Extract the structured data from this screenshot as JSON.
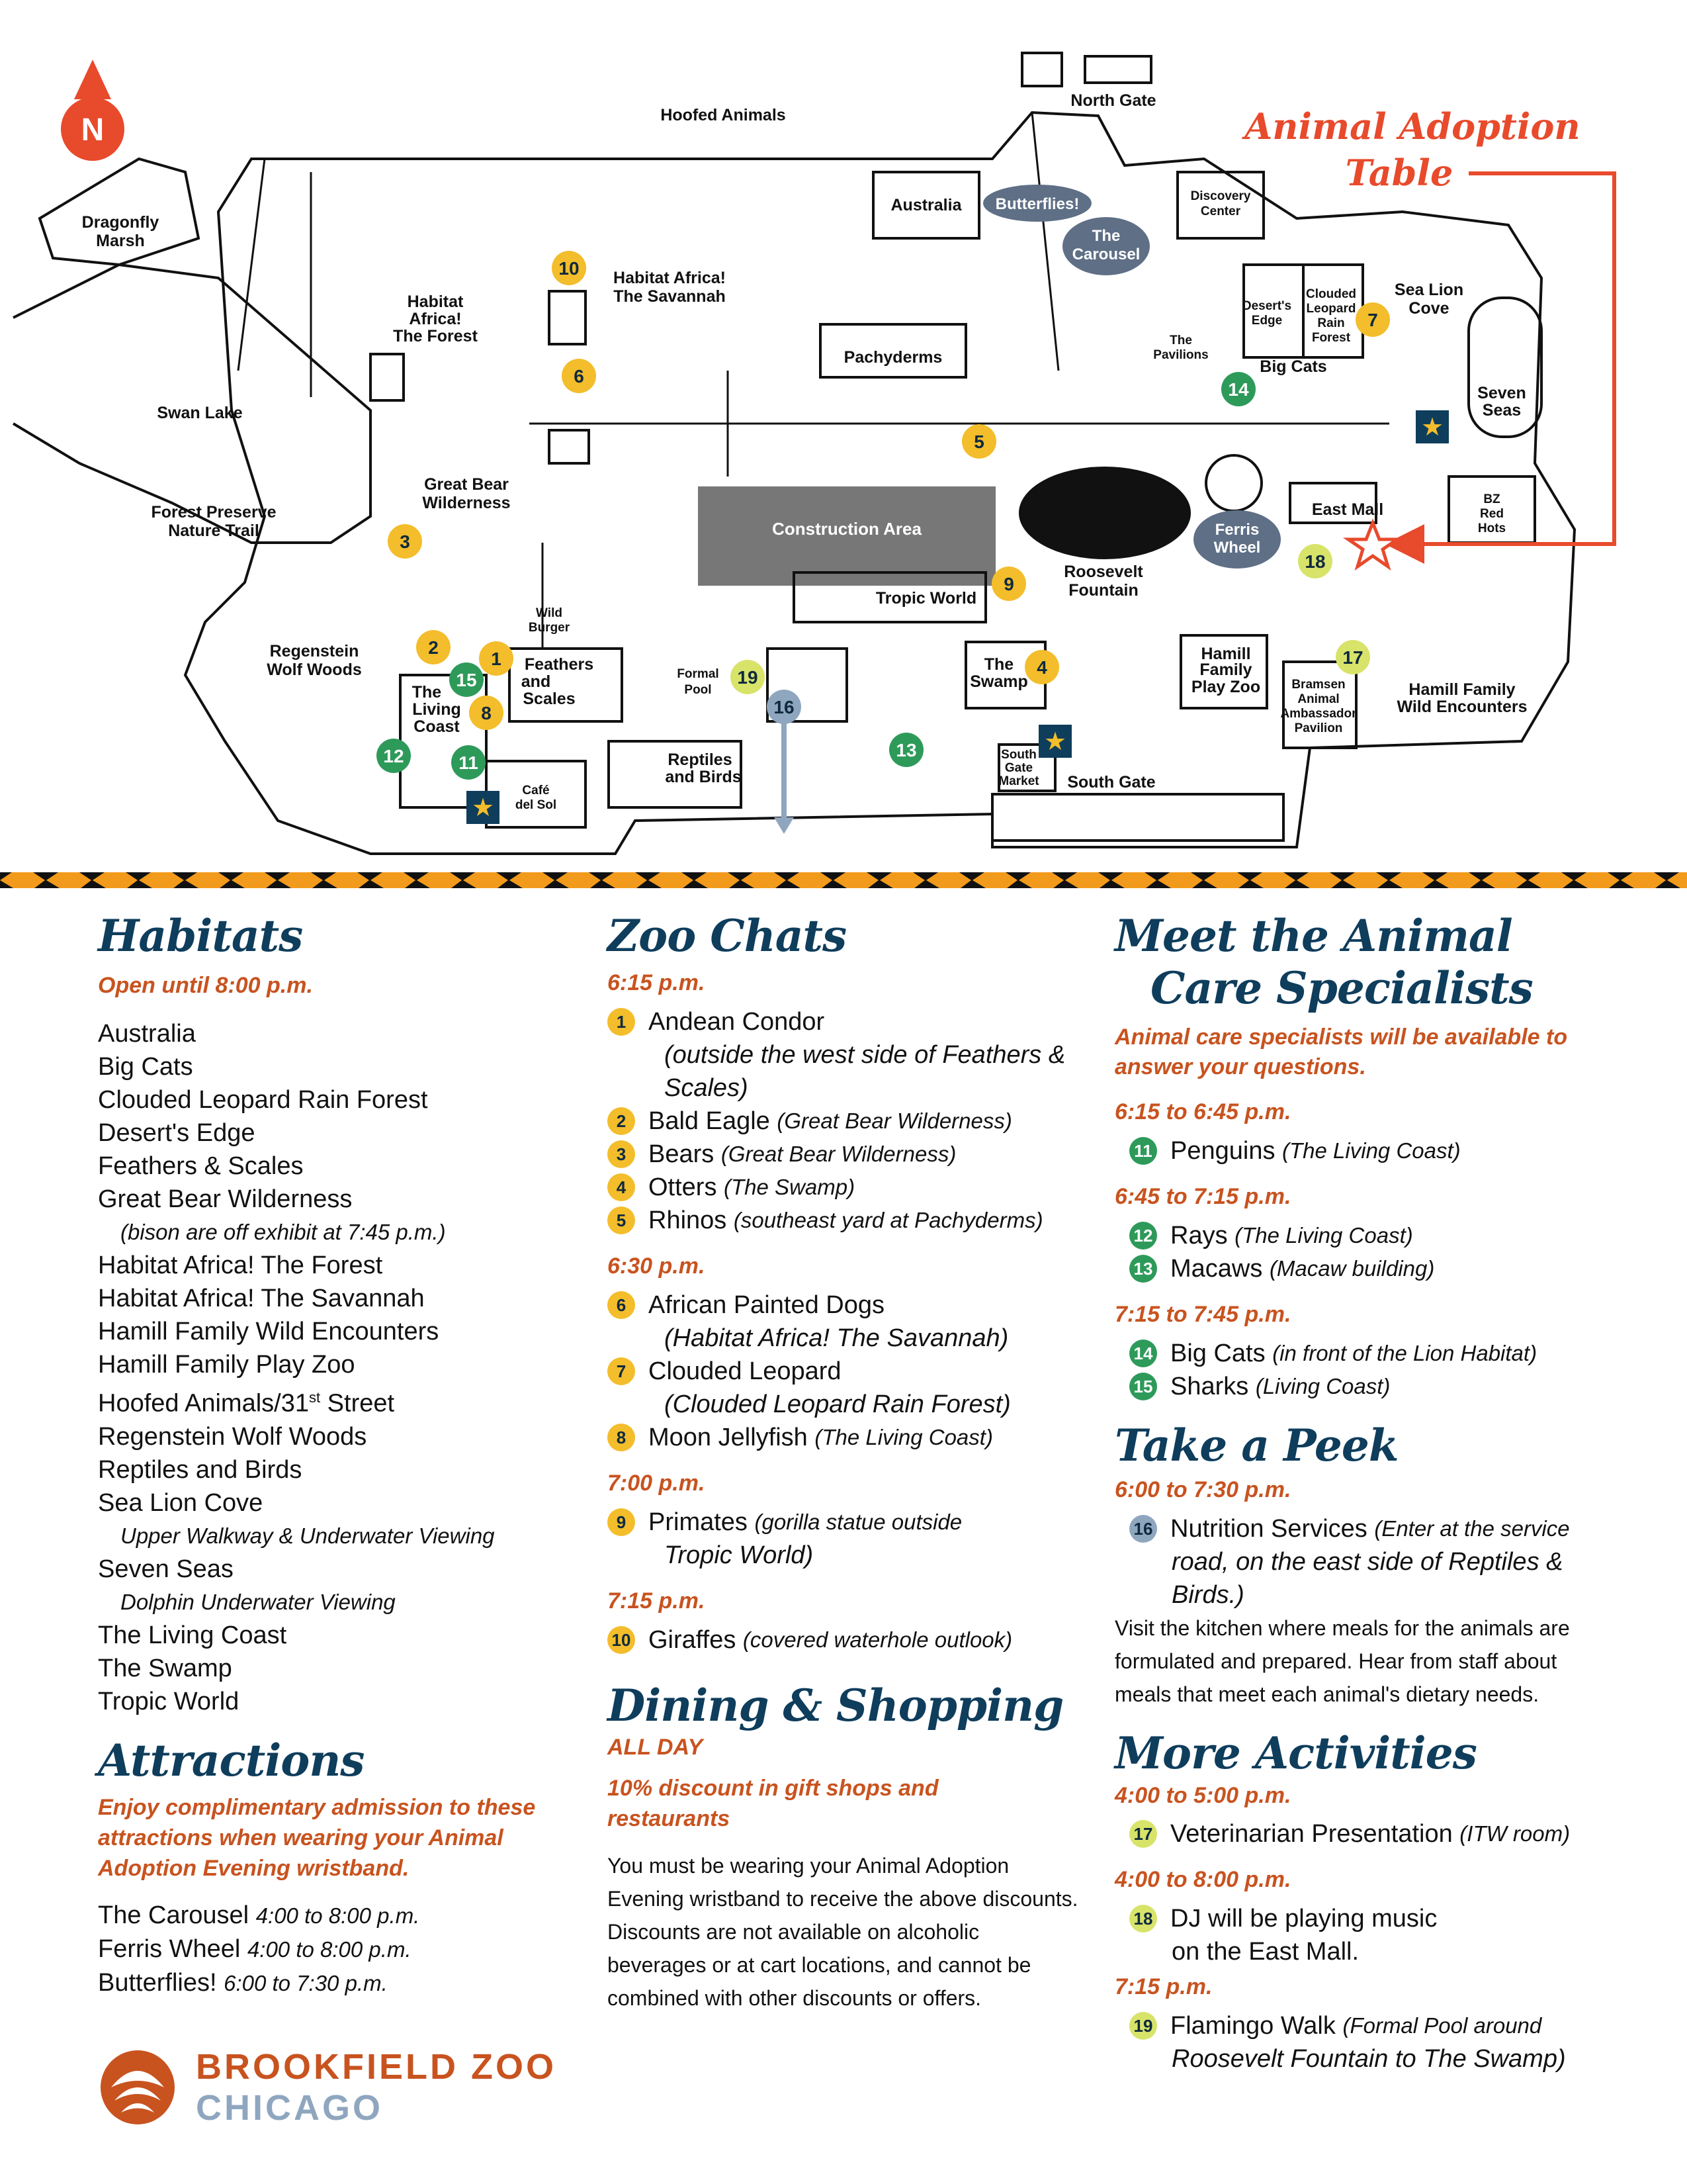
{
  "map": {
    "north": "N",
    "adoption_title_1": "Animal Adoption",
    "adoption_title_2": "Table",
    "labels": {
      "dragonfly": "Dragonfly",
      "marsh": "Marsh",
      "hoofed": "Hoofed Animals",
      "north_gate": "North Gate",
      "australia": "Australia",
      "butterflies": "Butterflies!",
      "carousel_1": "The",
      "carousel_2": "Carousel",
      "discovery_1": "Discovery",
      "discovery_2": "Center",
      "sealion_1": "Sea Lion",
      "sealion_2": "Cove",
      "seven_1": "Seven",
      "seven_2": "Seas",
      "deserts_1": "Desert's",
      "deserts_2": "Edge",
      "clouded_1": "Clouded",
      "clouded_2": "Leopard",
      "clouded_3": "Rain",
      "clouded_4": "Forest",
      "pavilions_1": "The",
      "pavilions_2": "Pavilions",
      "bigcats": "Big Cats",
      "savannah_1": "Habitat Africa!",
      "savannah_2": "The Savannah",
      "forest_1": "Habitat",
      "forest_2": "Africa!",
      "forest_3": "The Forest",
      "pachyderms": "Pachyderms",
      "swan": "Swan Lake",
      "fp_1": "Forest Preserve",
      "fp_2": "Nature Trail",
      "gbw_1": "Great Bear",
      "gbw_2": "Wilderness",
      "construction": "Construction Area",
      "tropic": "Tropic World",
      "roosevelt_1": "Roosevelt",
      "roosevelt_2": "Fountain",
      "east_mall": "East Mall",
      "ferris_1": "Ferris",
      "ferris_2": "Wheel",
      "bz_1": "BZ",
      "bz_2": "Red",
      "bz_3": "Hots",
      "wolf_1": "Regenstein",
      "wolf_2": "Wolf Woods",
      "wild_1": "Wild",
      "wild_2": "Burger",
      "living_1": "The",
      "living_2": "Living",
      "living_3": "Coast",
      "feathers_1": "Feathers",
      "feathers_2": "and",
      "feathers_3": "Scales",
      "formal_1": "Formal",
      "formal_2": "Pool",
      "swamp_1": "The",
      "swamp_2": "Swamp",
      "hamill_1": "Hamill",
      "hamill_2": "Family",
      "hamill_3": "Play Zoo",
      "bramsen_1": "Bramsen",
      "bramsen_2": "Animal",
      "bramsen_3": "Ambassador",
      "bramsen_4": "Pavilion",
      "hfwe_1": "Hamill Family",
      "hfwe_2": "Wild Encounters",
      "reptiles_1": "Reptiles",
      "reptiles_2": "and Birds",
      "cafe_1": "Café",
      "cafe_2": "del Sol",
      "sgm_1": "South",
      "sgm_2": "Gate",
      "sgm_3": "Market",
      "south_gate": "South Gate"
    },
    "markers": [
      "1",
      "2",
      "3",
      "4",
      "5",
      "6",
      "7",
      "8",
      "9",
      "10",
      "11",
      "12",
      "13",
      "14",
      "15",
      "16",
      "17",
      "18",
      "19"
    ]
  },
  "habitats": {
    "title": "Habitats",
    "subtitle": "Open until 8:00 p.m.",
    "items": [
      "Australia",
      "Big Cats",
      "Clouded Leopard Rain Forest",
      "Desert's Edge",
      "Feathers & Scales",
      "Great Bear Wilderness"
    ],
    "bison_note": "(bison are off exhibit at 7:45 p.m.)",
    "items2": [
      "Habitat Africa! The Forest",
      "Habitat Africa! The Savannah",
      "Hamill Family Wild Encounters",
      "Hamill Family Play Zoo"
    ],
    "hoofed": "Hoofed Animals/31",
    "hoofed_sup": "st",
    "hoofed_end": " Street",
    "items3": [
      "Regenstein Wolf Woods",
      "Reptiles and Birds",
      "Sea Lion Cove"
    ],
    "sealion_note": "Upper Walkway & Underwater Viewing",
    "seven_seas": "Seven Seas",
    "seven_note": "Dolphin Underwater Viewing",
    "items4": [
      "The Living Coast",
      "The Swamp",
      "Tropic World"
    ]
  },
  "attractions": {
    "title": "Attractions",
    "subtitle": "Enjoy complimentary admission to these attractions when wearing your Animal Adoption Evening wristband.",
    "items": [
      {
        "name": "The Carousel",
        "time": "4:00 to 8:00 p.m."
      },
      {
        "name": "Ferris Wheel",
        "time": "4:00 to 8:00 p.m."
      },
      {
        "name": "Butterflies!",
        "time": "6:00 to 7:30 p.m."
      }
    ]
  },
  "logo": {
    "line1": "BROOKFIELD ZOO",
    "line2": "CHICAGO"
  },
  "zoo_chats": {
    "title": "Zoo Chats",
    "t615": "6:15 p.m.",
    "c1": "Andean Condor",
    "c1_note": "(outside the west side of Feathers & Scales)",
    "c2": "Bald Eagle ",
    "c2_note": "(Great Bear Wilderness)",
    "c3": "Bears ",
    "c3_note": "(Great Bear Wilderness)",
    "c4": "Otters ",
    "c4_note": "(The Swamp)",
    "c5": "Rhinos ",
    "c5_note": "(southeast yard at Pachyderms)",
    "t630": "6:30 p.m.",
    "c6": "African Painted Dogs",
    "c6_note": "(Habitat Africa! The Savannah)",
    "c7": "Clouded Leopard",
    "c7_note": "(Clouded Leopard Rain Forest)",
    "c8": "Moon Jellyfish ",
    "c8_note": "(The Living Coast)",
    "t700": "7:00 p.m.",
    "c9": "Primates ",
    "c9_note": "(gorilla statue outside",
    "c9_note2": "Tropic World)",
    "t715": "7:15 p.m.",
    "c10": "Giraffes ",
    "c10_note": "(covered waterhole outlook)"
  },
  "dining": {
    "title": "Dining & Shopping",
    "all_day": "ALL DAY",
    "discount": "10% discount in gift shops and restaurants",
    "body": "You must be wearing your Animal Adoption Evening wristband to receive the above discounts. Discounts are not available on alcoholic beverages or at cart locations, and cannot be combined with other discounts or offers."
  },
  "meet": {
    "title_1": "Meet the Animal",
    "title_2": "Care Specialists",
    "subtitle": "Animal care specialists will be available to answer your questions.",
    "t1": "6:15 to 6:45 p.m.",
    "m11": "Penguins ",
    "m11_note": "(The Living Coast)",
    "t2": "6:45 to 7:15 p.m.",
    "m12": "Rays ",
    "m12_note": "(The Living Coast)",
    "m13": "Macaws ",
    "m13_note": "(Macaw building)",
    "t3": "7:15 to 7:45 p.m.",
    "m14": "Big Cats ",
    "m14_note": "(in front of the Lion Habitat)",
    "m15": "Sharks ",
    "m15_note": "(Living Coast)"
  },
  "peek": {
    "title": "Take a Peek",
    "time": "6:00 to 7:30 p.m.",
    "m16": "Nutrition Services ",
    "m16_note": "(Enter at the service",
    "m16_note2": "road, on the east side of Reptiles & Birds.)",
    "body": "Visit the kitchen where meals for the animals are formulated and prepared. Hear from staff about meals that meet each animal's dietary needs."
  },
  "more": {
    "title": "More Activities",
    "t1": "4:00 to 5:00 p.m.",
    "m17": "Veterinarian Presentation ",
    "m17_note": "(ITW room)",
    "t2": "4:00 to 8:00 p.m.",
    "m18": "DJ will be playing music",
    "m18_2": "on the East Mall.",
    "t3": "7:15 p.m.",
    "m19": "Flamingo Walk ",
    "m19_note": "(Formal Pool around",
    "m19_note2": "Roosevelt Fountain to The Swamp)"
  },
  "colors": {
    "navy": "#0f3d5c",
    "orange": "#c8531f",
    "yellow": "#f3bd2b",
    "green": "#2e9a5a",
    "slate": "#8fa6bf",
    "lime": "#d8e36a",
    "red": "#e84a2c"
  }
}
